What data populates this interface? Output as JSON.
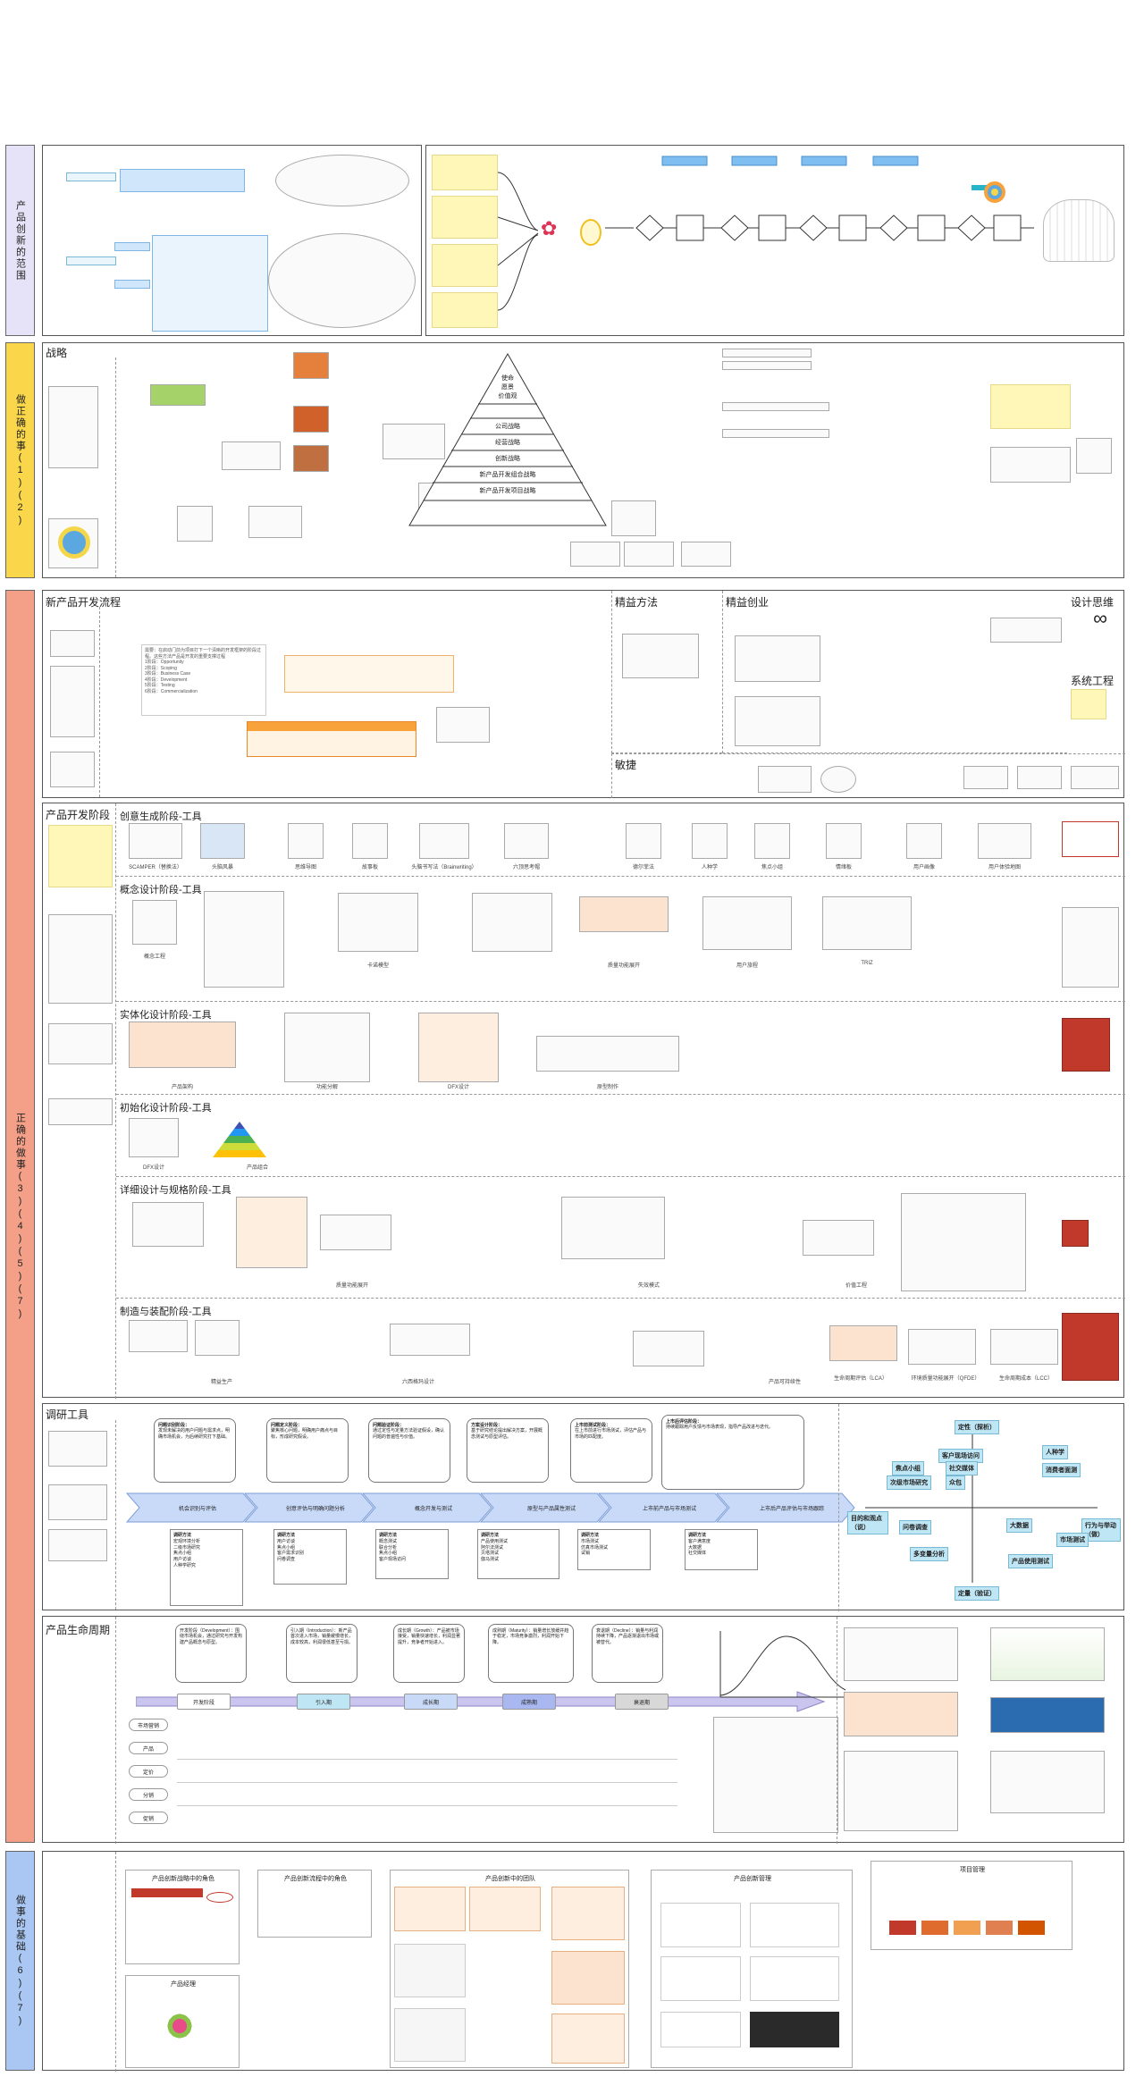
{
  "bands": {
    "scope_label": "产品创新的范围",
    "right_things_label": "做正确的事(1)(2)",
    "do_right_label": "正确的做事(3)(4)(5)(7)",
    "foundation_label": "做事的基础(6)(7)"
  },
  "strategy": {
    "title": "战略",
    "pyramid": [
      "使命",
      "愿景",
      "价值观",
      "公司战略",
      "经营战略",
      "创新战略",
      "新产品开发组合战略",
      "新产品开发项目战略"
    ]
  },
  "npd": {
    "title": "新产品开发流程",
    "lean_method": "精益方法",
    "lean_startup": "精益创业",
    "design_thinking": "设计思维",
    "systems_engineering": "系统工程",
    "agile": "敏捷",
    "stage_intro": "需要：在启动门前为项目打下一个清晰的开发框架的阶段过程。这些方法产品是开发的重要支撑过程",
    "stages": [
      "1阶段：Opportunity",
      "2阶段：Scoping",
      "3阶段：Business Case",
      "4阶段：Development",
      "5阶段：Testing",
      "6阶段：Commercialization"
    ]
  },
  "dev_phases": {
    "title": "产品开发阶段",
    "idea_title": "创意生成阶段-工具",
    "idea_tools": [
      "SCAMPER（替换法）",
      "头脑风暴",
      "思维导图",
      "故事板",
      "头脑书写法（Brainwriting）",
      "六顶思考帽",
      "德尔菲法",
      "人种学",
      "焦点小组",
      "情绪板",
      "用户画像",
      "用户体验地图"
    ],
    "concept_title": "概念设计阶段-工具",
    "concept_caps": [
      "概念工程",
      "卡诺模型",
      "质量功能展开",
      "用户旅程",
      "TRIZ"
    ],
    "embody_title": "实体化设计阶段-工具",
    "embody_caps": [
      "产品架构",
      "功能分解",
      "DFX设计",
      "原型制作"
    ],
    "init_title": "初始化设计阶段-工具",
    "init_caps": [
      "DFX设计",
      "产品组合"
    ],
    "detail_title": "详细设计与规格阶段-工具",
    "detail_caps": [
      "质量功能展开",
      "失效模式",
      "价值工程"
    ],
    "mfg_title": "制造与装配阶段-工具",
    "mfg_caps": [
      "精益生产",
      "六西格玛设计",
      "产品可持续性",
      "生命周期评估（LCA）",
      "环境质量功能展开（QFDE）",
      "生命周期成本（LCC）"
    ]
  },
  "research": {
    "title": "调研工具",
    "bubbles": [
      {
        "head": "问题识别阶段：",
        "body": "发现未解决的用户问题与需求点，明确市场机会，为后续研究打下基础。"
      },
      {
        "head": "问题定义阶段：",
        "body": "聚焦核心问题，明确用户痛点与目标，形成研究假设。"
      },
      {
        "head": "问题验证阶段：",
        "body": "通过定性与定量方法验证假设，确认问题的普遍性与价值。"
      },
      {
        "head": "方案设计阶段：",
        "body": "基于研究结论提出解决方案，开展概念测试与原型评估。"
      },
      {
        "head": "上市前测试阶段：",
        "body": "在上市前进行市场测试，评估产品与市场的匹配度。"
      },
      {
        "head": "上市后评估阶段：",
        "body": "持续跟踪用户反馈与市场表现，指导产品改进与迭代。"
      }
    ],
    "stages": [
      "机会识别与评估",
      "创意评估与明确问题分析",
      "概念开发与测试",
      "原型与产品属性测试",
      "上市前产品与市场测试",
      "上市后产品评估与市场跟踪"
    ],
    "tools_head": "调研方法",
    "tool_lists": [
      [
        "宏观环境分析",
        "二级市场研究",
        "焦点小组",
        "用户访谈",
        "人种学研究"
      ],
      [
        "用户访谈",
        "焦点小组",
        "客户需求识别",
        "问卷调查"
      ],
      [
        "概念测试",
        "联合分析",
        "焦点小组",
        "客户现场访问"
      ],
      [
        "产品使用测试",
        "阿尔法测试",
        "贝塔测试",
        "伽马测试"
      ],
      [
        "市场测试",
        "仿真市场测试",
        "试销"
      ],
      [
        "客户满意度",
        "大数据",
        "社交媒体"
      ]
    ],
    "quad": {
      "top": "定性（探析）",
      "bottom": "定量（验证）",
      "left": "目的和观点（说）",
      "right": "行为与举动（做）",
      "items": [
        "焦点小组",
        "客户现场访问",
        "社交媒体",
        "人种学",
        "众包",
        "消费者面测",
        "次级市场研究",
        "问卷调查",
        "大数据",
        "市场测试",
        "多变量分析",
        "产品使用测试"
      ]
    }
  },
  "lifecycle": {
    "title": "产品生命周期",
    "stages": [
      "开发阶段",
      "引入期",
      "成长期",
      "成熟期",
      "衰退期"
    ],
    "rows": [
      "市场营销",
      "产品",
      "定价",
      "分销",
      "促销"
    ],
    "bubbles": [
      "开发阶段（Development）：围绕市场机会，通过研究与开发构建产品概念与原型。",
      "引入期（Introduction）：新产品首次进入市场，销量缓慢增长，成本较高，利润很低甚至亏损。",
      "成长期（Growth）：产品被市场接受，销量快速增长，利润显著提升，竞争者开始进入。",
      "成熟期（Maturity）：销量增长放缓并趋于稳定，市场竞争激烈，利润开始下降。",
      "衰退期（Decline）：销量与利润持续下降，产品逐渐退出市场或被替代。"
    ]
  },
  "foundation": {
    "roles_title": "产品创新战略中的角色",
    "roles2_title": "产品创新流程中的角色",
    "team_title": "产品创新中的团队",
    "tools_title": "产品创新管理",
    "pm_title": "项目管理",
    "culture_title": "产品经理"
  },
  "colors": {
    "purple_band": "#e6e2f7",
    "yellow_band": "#f9d64a",
    "salmon_band": "#f4a089",
    "blue_band": "#a9c7f2",
    "accent_blue": "#bfe6f4"
  }
}
